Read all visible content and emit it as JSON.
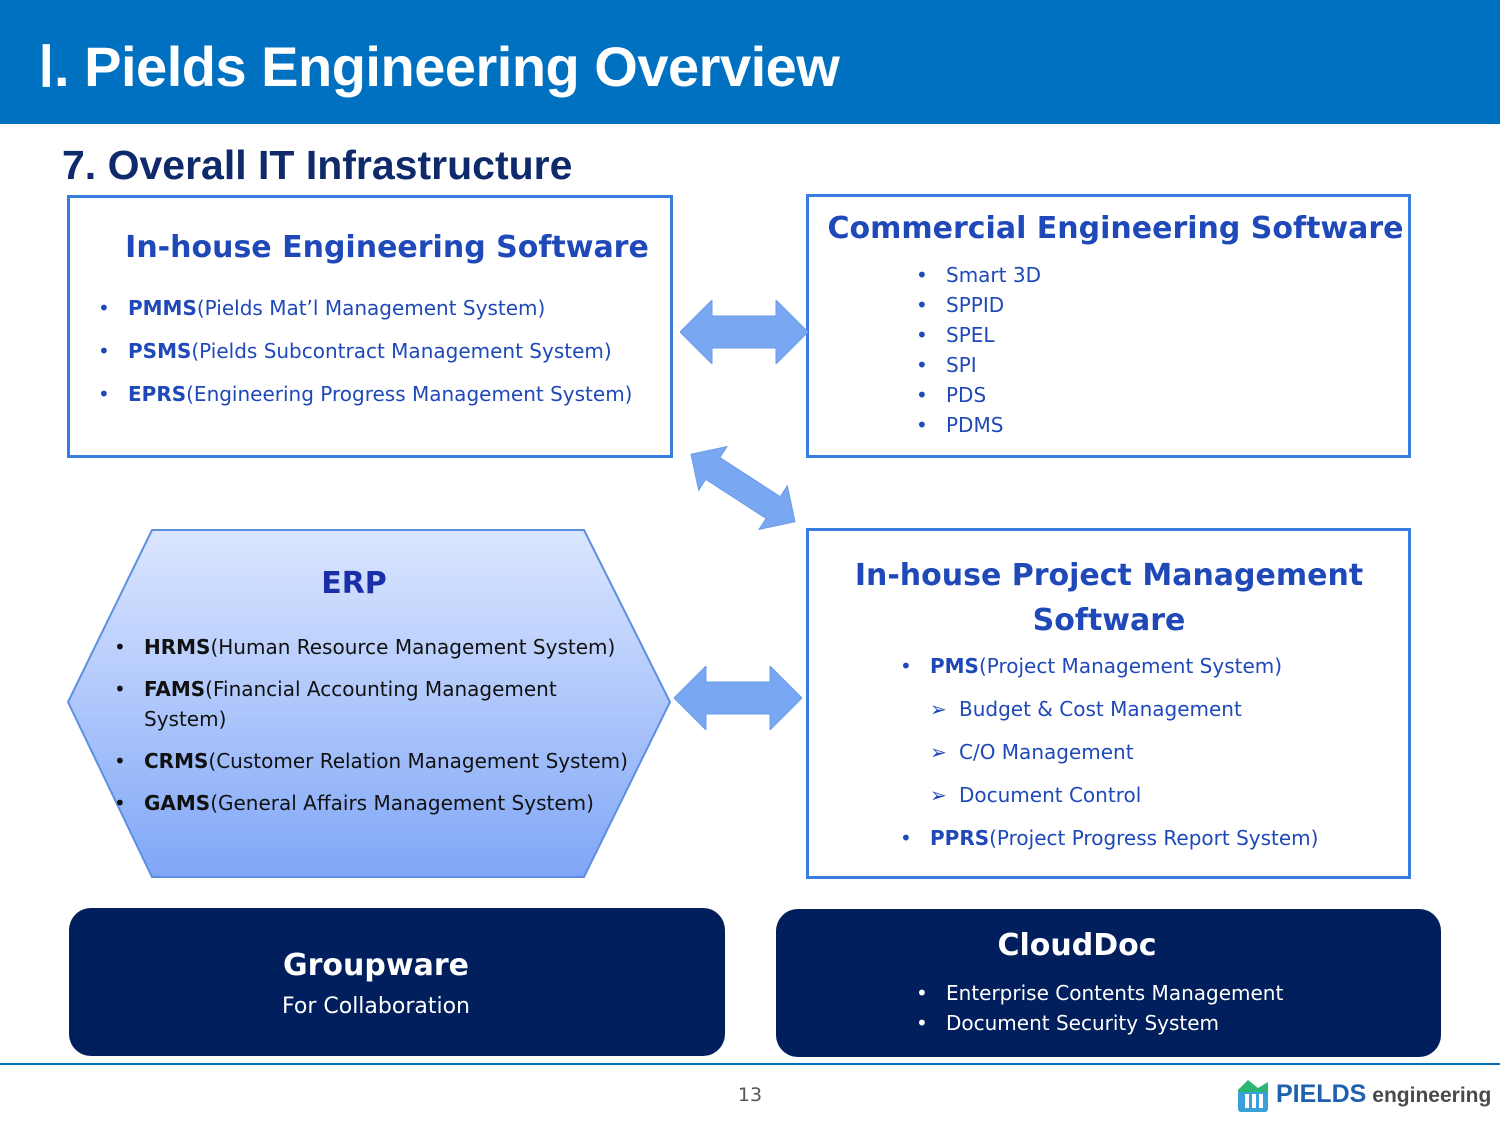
{
  "header": {
    "title": "Ⅰ. Pields Engineering Overview"
  },
  "section": {
    "title": "7. Overall IT Infrastructure"
  },
  "inhouse_engineering": {
    "title": "In-house Engineering Software",
    "items": [
      {
        "abbr": "PMMS",
        "desc": "(Pields Mat’l Management System)"
      },
      {
        "abbr": "PSMS",
        "desc": "(Pields Subcontract Management System)"
      },
      {
        "abbr": "EPRS",
        "desc": "(Engineering Progress Management System)"
      }
    ]
  },
  "commercial_engineering": {
    "title": "Commercial Engineering Software",
    "items": [
      "Smart 3D",
      "SPPID",
      "SPEL",
      "SPI",
      "PDS",
      "PDMS"
    ]
  },
  "erp": {
    "title": "ERP",
    "items": [
      {
        "abbr": "HRMS",
        "desc_line1": "(Human Resource Management System)",
        "desc_line2": ""
      },
      {
        "abbr": "FAMS",
        "desc_line1": "(Financial Accounting Management",
        "desc_line2": "System)"
      },
      {
        "abbr": "CRMS",
        "desc_line1": "(Customer Relation Management System)",
        "desc_line2": ""
      },
      {
        "abbr": "GAMS",
        "desc_line1": "(General Affairs Management System)",
        "desc_line2": ""
      }
    ]
  },
  "inhouse_pm": {
    "title_line1": "In-house Project Management",
    "title_line2": "Software",
    "pms": {
      "abbr": "PMS",
      "desc": "(Project Management System)"
    },
    "sub_items": [
      "Budget & Cost Management",
      "C/O Management",
      "Document Control"
    ],
    "pprs": {
      "abbr": "PPRS",
      "desc": "(Project Progress Report System)"
    }
  },
  "groupware": {
    "title": "Groupware",
    "subtitle": "For Collaboration"
  },
  "clouddoc": {
    "title": "CloudDoc",
    "items": [
      "Enterprise Contents Management",
      "Document Security System"
    ]
  },
  "footer": {
    "page_number": "13",
    "logo_text_a": "PIELDS",
    "logo_text_b": "engineering"
  },
  "colors": {
    "header_blue": "#0070c0",
    "box_border": "#3a7de0",
    "text_blue": "#1f49b8",
    "dark_navy": "#001f5c",
    "arrow_blue": "#7aa7f2"
  },
  "icons": {
    "bullet": "•",
    "sub_bullet": "➢"
  }
}
